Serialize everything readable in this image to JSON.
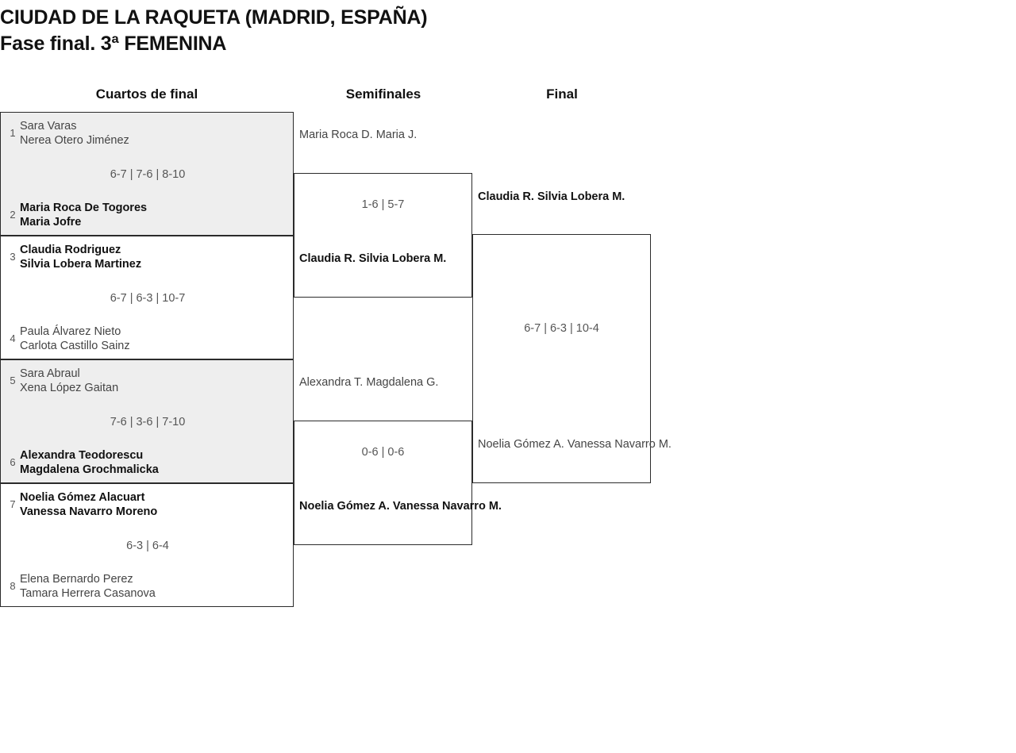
{
  "title": {
    "line1": "CIUDAD DE LA RAQUETA (MADRID, ESPAÑA)",
    "line2": "Fase final. 3ª FEMENINA"
  },
  "rounds": {
    "quarterfinals_label": "Cuartos de final",
    "semifinals_label": "Semifinales",
    "final_label": "Final"
  },
  "bracket": {
    "quarterfinals": [
      {
        "score": "6-7 | 7-6 | 8-10",
        "top": {
          "seed": "1",
          "player1": "Sara Varas",
          "player2": "Nerea Otero Jiménez"
        },
        "bottom": {
          "seed": "2",
          "player1": "Maria Roca De Togores",
          "player2": "Maria Jofre"
        }
      },
      {
        "score": "6-7 | 6-3 | 10-7",
        "top": {
          "seed": "3",
          "player1": "Claudia Rodriguez",
          "player2": "Silvia Lobera Martinez"
        },
        "bottom": {
          "seed": "4",
          "player1": "Paula Álvarez Nieto",
          "player2": "Carlota Castillo Sainz"
        }
      },
      {
        "score": "7-6 | 3-6 | 7-10",
        "top": {
          "seed": "5",
          "player1": "Sara Abraul",
          "player2": "Xena López Gaitan"
        },
        "bottom": {
          "seed": "6",
          "player1": "Alexandra Teodorescu",
          "player2": "Magdalena Grochmalicka"
        }
      },
      {
        "score": "6-3 | 6-4",
        "top": {
          "seed": "7",
          "player1": "Noelia Gómez Alacuart",
          "player2": "Vanessa Navarro Moreno"
        },
        "bottom": {
          "seed": "8",
          "player1": "Elena Bernardo Perez",
          "player2": "Tamara Herrera Casanova"
        }
      }
    ],
    "semifinals": [
      {
        "score": "1-6 | 5-7",
        "top": {
          "player1": "Maria Roca D.",
          "player2": "Maria J."
        },
        "bottom": {
          "player1": "Claudia R.",
          "player2": "Silvia Lobera M."
        }
      },
      {
        "score": "0-6 | 0-6",
        "top": {
          "player1": "Alexandra T.",
          "player2": "Magdalena G."
        },
        "bottom": {
          "player1": "Noelia Gómez A.",
          "player2": "Vanessa Navarro M."
        }
      }
    ],
    "final": {
      "score": "6-7 | 6-3 | 10-4",
      "top": {
        "player1": "Claudia R.",
        "player2": "Silvia Lobera M."
      },
      "bottom": {
        "player1": "Noelia Gómez A.",
        "player2": "Vanessa Navarro M."
      }
    }
  },
  "colors": {
    "shade": "#eeeeee",
    "line": "#2b2b2b",
    "text": "#111111",
    "muted": "#555555"
  }
}
